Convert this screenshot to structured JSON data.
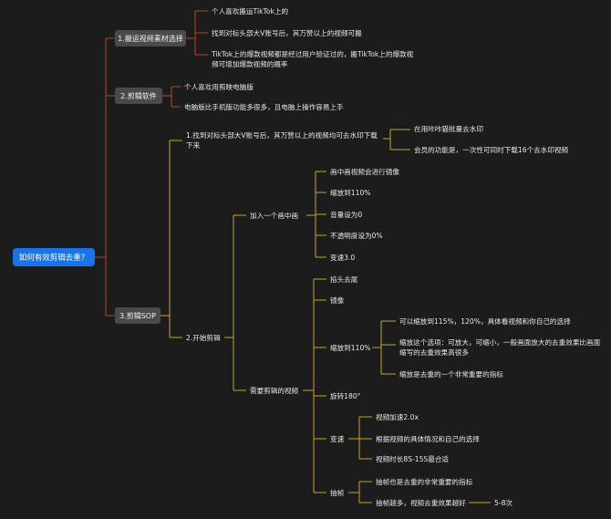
{
  "root": "如何有效剪辑去重？",
  "branches": {
    "b1": {
      "title": "1.搬运视频素材选择",
      "items": [
        "个人喜欢搬运TikTok上的",
        "找到对标头部大V账号后，其万赞以上的视频可搬",
        "TikTok上的爆款视频都是经过用户验证过的，搬TikTok上的爆款视频可增加爆款视频的概率"
      ]
    },
    "b2": {
      "title": "2.剪辑软件",
      "items": [
        "个人喜欢用剪映电脑版",
        "电脑版比手机版功能多很多，且电脑上操作容易上手"
      ]
    },
    "b3": {
      "title": "3.剪辑SOP",
      "step1": {
        "title": "1.找到对标头部大V账号后，其万赞以上的视频均可去水印下载下来",
        "items": [
          "在用咔咔猫批量去水印",
          "会员的功能是，一次性可同时下载16个去水印视频"
        ]
      },
      "step2": {
        "title": "2.开始剪辑",
        "pip": {
          "title": "加入一个画中画",
          "items": [
            "画中画视频会进行镜像",
            "缩放到110%",
            "音量设为0",
            "不透明度设为0%",
            "变速3.0"
          ]
        },
        "video": {
          "title": "需要剪辑的视频",
          "cut": "掐头去尾",
          "mirror": "镜像",
          "zoom": {
            "title": "缩放到110%",
            "items": [
              "可以缩放到115%，120%，具体看视频和你自己的选择",
              "缩放这个选项：可放大，可缩小，一般画面放大的去重效果比画面缩写的去重效果高很多",
              "缩放是去重的一个非常重要的指标"
            ]
          },
          "rotate": "旋转180°",
          "speed": {
            "title": "变速",
            "items": [
              "视频加速2.0x",
              "根据视频的具体情况和自己的选择",
              "视频时长8S-15S最合适"
            ]
          },
          "frames": {
            "title": "抽帧",
            "items": [
              "抽帧也是去重的非常重要的指标",
              "抽帧越多，视频去重效果越好"
            ],
            "note": "5-8次"
          }
        }
      }
    }
  },
  "colors": {
    "background": "#1c1c1c",
    "root": "#1a73e8",
    "node_box": "#4a4a4a",
    "branch_line": "#b5482a",
    "sub_line": "#c9a227"
  }
}
